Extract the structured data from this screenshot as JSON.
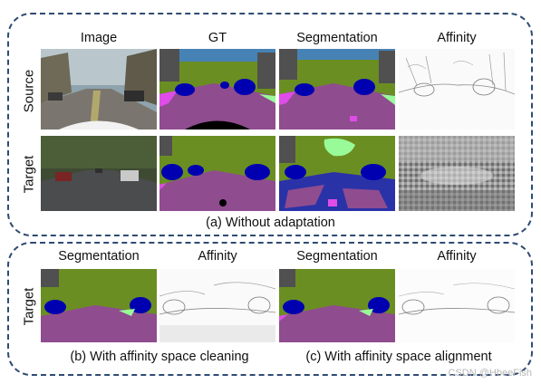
{
  "top_panel": {
    "columns": [
      "Image",
      "GT",
      "Segmentation",
      "Affinity"
    ],
    "rows": [
      "Source",
      "Target"
    ],
    "caption": "(a) Without adaptation"
  },
  "bottom_panel": {
    "columns": [
      "Segmentation",
      "Affinity",
      "Segmentation",
      "Affinity"
    ],
    "row": "Target",
    "captions": [
      "(b) With affinity space cleaning",
      "(c) With affinity space alignment"
    ]
  },
  "watermark": "CSDN @HbeeFish",
  "colors": {
    "frame": "#2f4b73",
    "road": "#8f4c8f",
    "vegetation": "#6b8e23",
    "sky": "#4682b4",
    "car": "#0000b0",
    "sidewalk": "#e04ce8",
    "terrain": "#98fb98",
    "building": "#505050"
  }
}
